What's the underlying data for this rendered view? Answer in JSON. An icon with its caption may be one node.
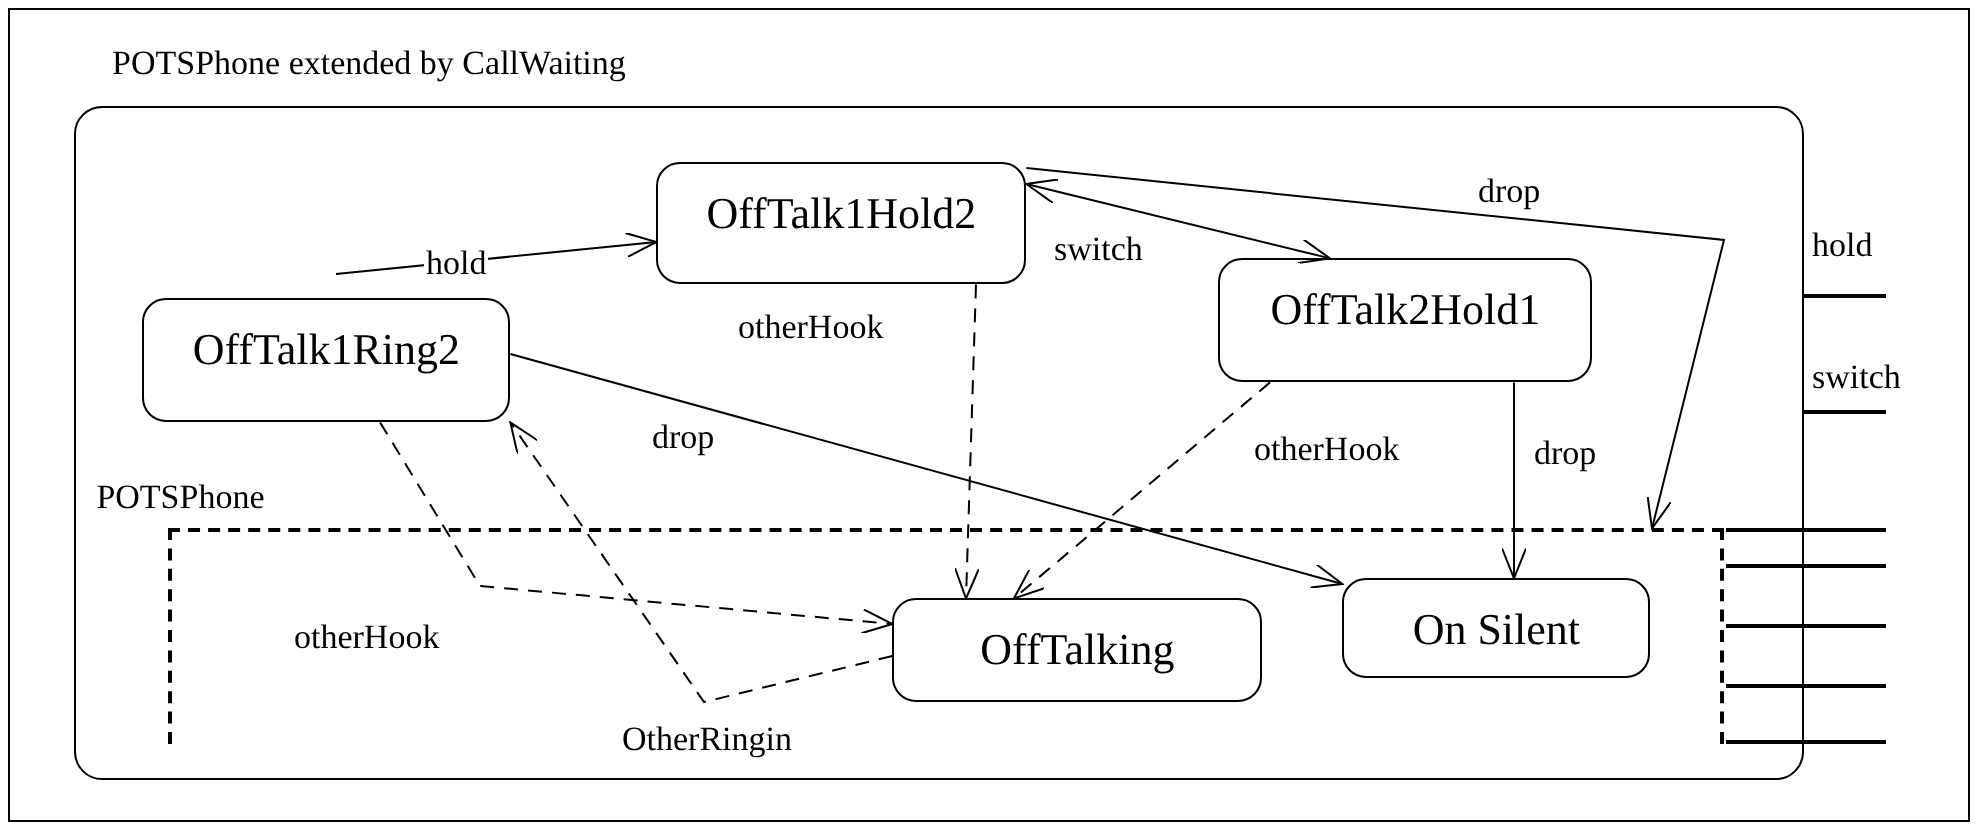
{
  "diagram": {
    "nodes": [
      {
        "text": [
          "POTSPhone extended by CallWaiting"
        ]
      },
      {
        "text": [
          "OffTalk1Hold2"
        ],
        "in": 0
      },
      {
        "text": [
          "OffTalk1Ring2"
        ],
        "in": 0
      },
      {
        "text": [
          "OffTalk2Hold1"
        ],
        "in": 0
      },
      {
        "text": [
          "POTSPhone"
        ],
        "in": 0
      },
      {
        "text": [
          "OffTalking"
        ],
        "in": 4
      },
      {
        "text": [
          "On Silent"
        ],
        "in": 4
      }
    ],
    "edges": [
      {
        "from": null,
        "to": 1,
        "arrow": "to",
        "label": "hold"
      },
      {
        "from": 1,
        "to": 3,
        "arrow": "both",
        "label": "switch"
      },
      {
        "from": 1,
        "to": 4,
        "arrow": "to",
        "label": "drop"
      },
      {
        "from": 1,
        "to": 5,
        "arrow": "to",
        "label": "otherHook",
        "style": "dashed"
      },
      {
        "from": 2,
        "to": 6,
        "arrow": "to",
        "label": "drop"
      },
      {
        "from": 2,
        "to": 5,
        "arrow": "to",
        "label": "otherHook",
        "style": "dashed"
      },
      {
        "from": 3,
        "to": 5,
        "arrow": "to",
        "label": "otherHook",
        "style": "dashed"
      },
      {
        "from": 3,
        "to": 6,
        "arrow": "to",
        "label": "drop"
      },
      {
        "from": 5,
        "to": 2,
        "arrow": "to",
        "label": "OtherRingin",
        "style": "dashed"
      }
    ],
    "labels": [
      "hold",
      "switch"
    ]
  }
}
